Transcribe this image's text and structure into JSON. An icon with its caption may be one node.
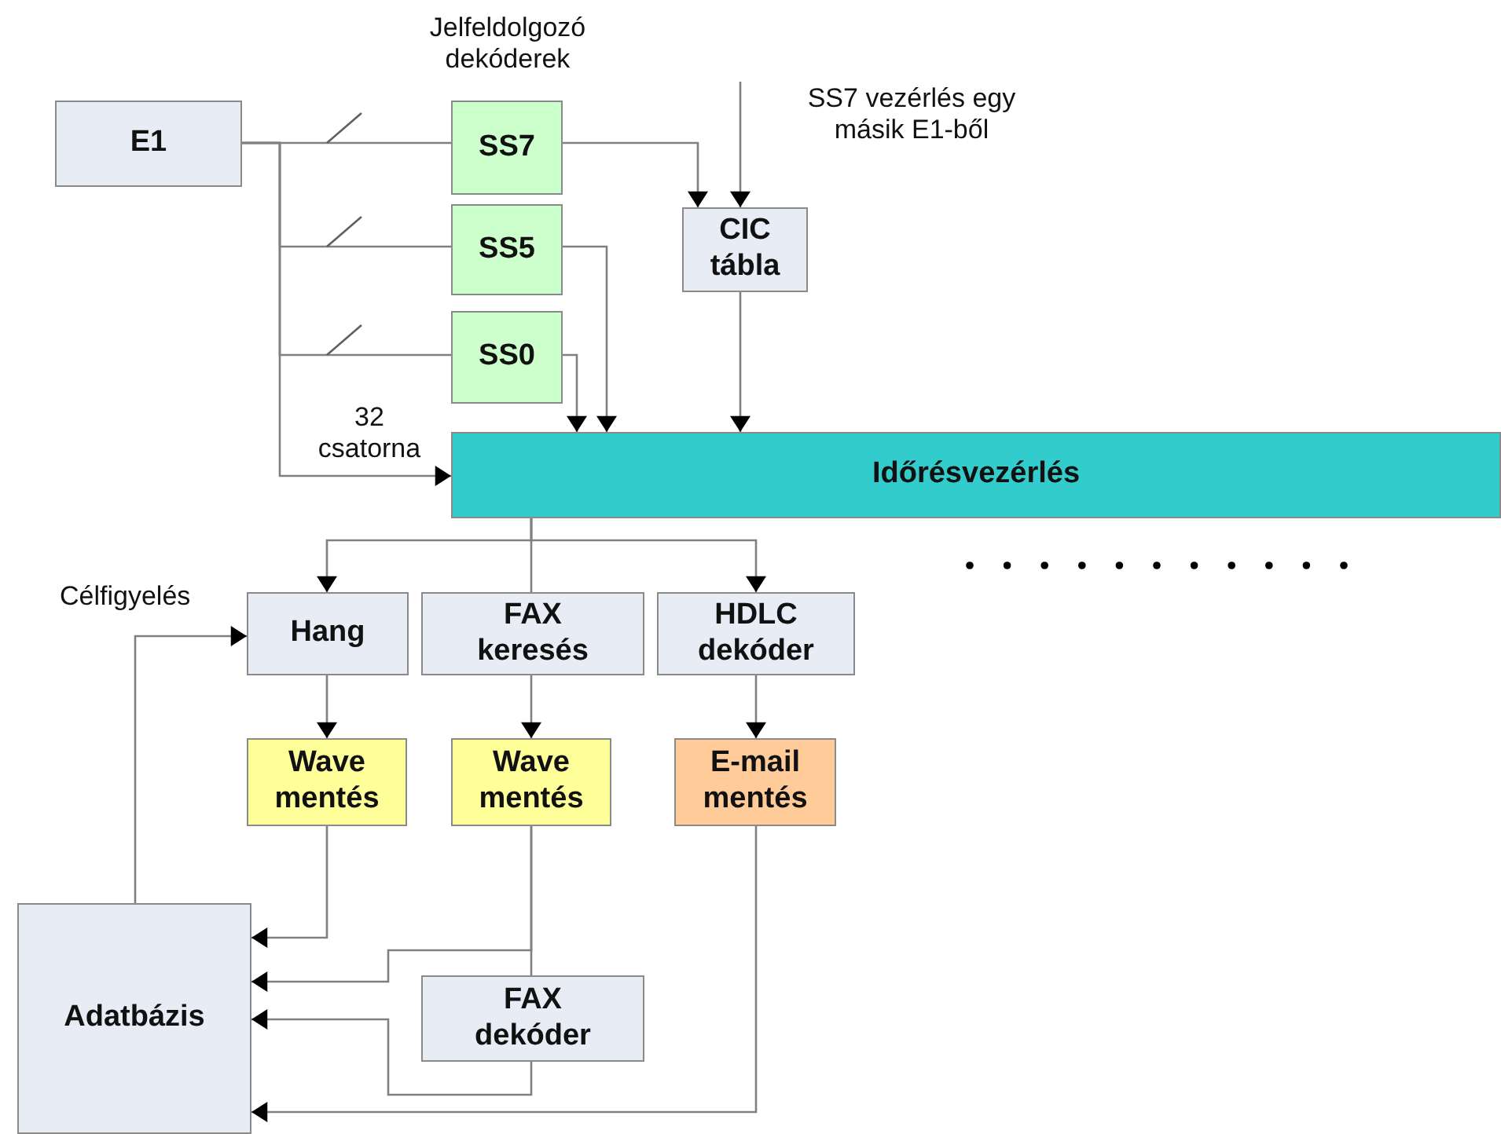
{
  "diagram": {
    "nodes": [
      {
        "text": [
          "E1"
        ]
      },
      {
        "text": [
          "SS7"
        ]
      },
      {
        "text": [
          "SS5"
        ]
      },
      {
        "text": [
          "SS0"
        ]
      },
      {
        "text": [
          "CIC tábla"
        ]
      },
      {
        "text": [
          "Időrésvezérlés"
        ]
      },
      {
        "text": [
          "Hang"
        ]
      },
      {
        "text": [
          "FAX keresés"
        ]
      },
      {
        "text": [
          "HDLC dekóder"
        ]
      },
      {
        "text": [
          "Wave mentés"
        ]
      },
      {
        "text": [
          "Wave mentés"
        ]
      },
      {
        "text": [
          "E-mail mentés"
        ]
      },
      {
        "text": [
          "FAX dekóder"
        ]
      },
      {
        "text": [
          "Adatbázis"
        ]
      }
    ],
    "edges": [
      {
        "from": 0,
        "to": 1,
        "arrow": "none"
      },
      {
        "from": 0,
        "to": 2,
        "arrow": "none"
      },
      {
        "from": 0,
        "to": 3,
        "arrow": "none"
      },
      {
        "from": 0,
        "to": 5,
        "arrow": "to",
        "label": "32 csatorna"
      },
      {
        "from": 1,
        "to": 4,
        "arrow": "to"
      },
      {
        "from": null,
        "to": 4,
        "arrow": "to",
        "label": "SS7 vezérlés egy másik E1-ből"
      },
      {
        "from": 2,
        "to": 5,
        "arrow": "to"
      },
      {
        "from": 3,
        "to": 5,
        "arrow": "to"
      },
      {
        "from": 4,
        "to": 5,
        "arrow": "to"
      },
      {
        "from": 5,
        "to": 6,
        "arrow": "to"
      },
      {
        "from": 5,
        "to": 7,
        "arrow": "none"
      },
      {
        "from": 5,
        "to": 8,
        "arrow": "to"
      },
      {
        "from": 6,
        "to": 9,
        "arrow": "to"
      },
      {
        "from": 7,
        "to": 10,
        "arrow": "to"
      },
      {
        "from": 8,
        "to": 11,
        "arrow": "to"
      },
      {
        "from": 9,
        "to": 13,
        "arrow": "to"
      },
      {
        "from": 10,
        "to": 13,
        "arrow": "to"
      },
      {
        "from": 10,
        "to": 12,
        "arrow": "none"
      },
      {
        "from": 12,
        "to": 13,
        "arrow": "to"
      },
      {
        "from": 11,
        "to": 13,
        "arrow": "to"
      },
      {
        "from": 13,
        "to": 6,
        "arrow": "to",
        "label": "Célfigyelés"
      }
    ],
    "labels": [
      "Jelfeldolgozó dekóderek"
    ]
  }
}
